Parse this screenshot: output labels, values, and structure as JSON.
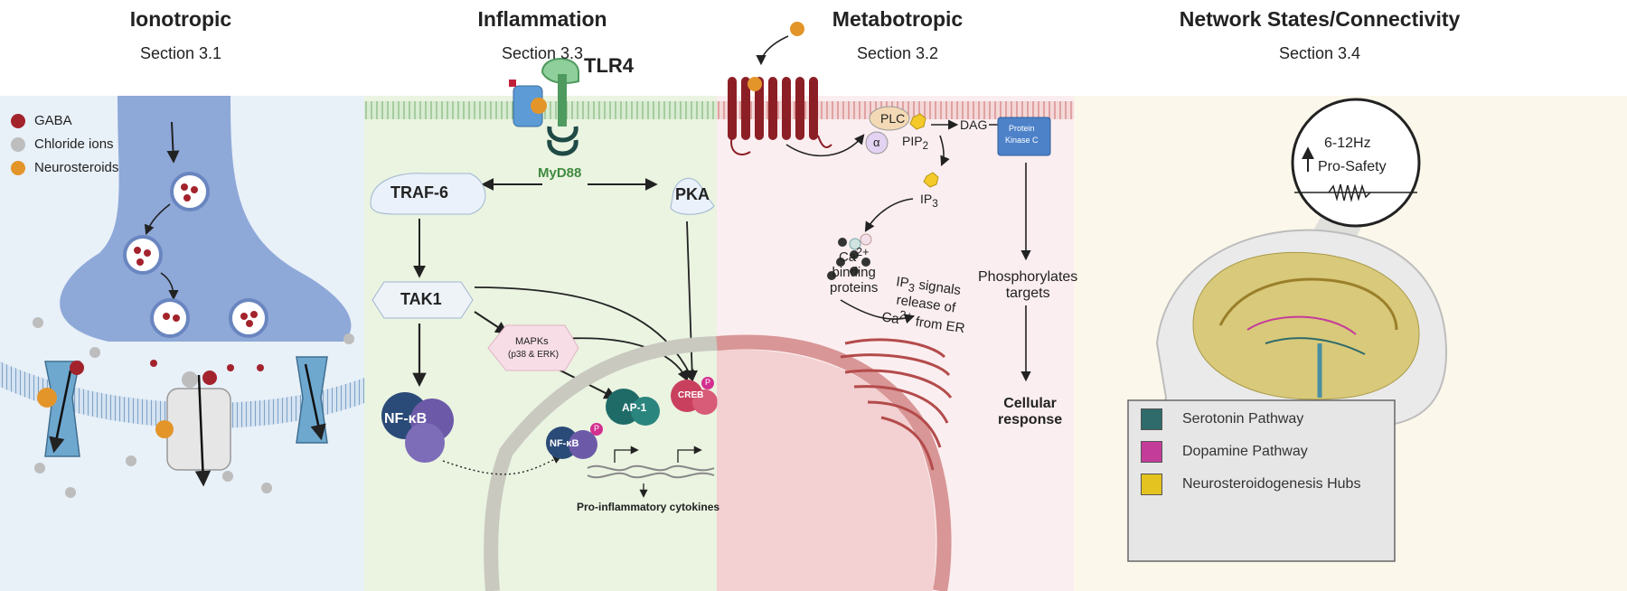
{
  "sections": [
    {
      "title": "Ionotropic",
      "subtitle": "Section 3.1"
    },
    {
      "title": "Inflammation",
      "subtitle": "Section 3.3"
    },
    {
      "title": "Metabotropic",
      "subtitle": "Section 3.2"
    },
    {
      "title": "Network States/Connectivity",
      "subtitle": "Section 3.4"
    }
  ],
  "ionotropic": {
    "key": [
      {
        "label": "GABA",
        "color": "#a3232c",
        "icon": "gaba-dot-icon"
      },
      {
        "label": "Chloride ions",
        "color": "#bdbdbd",
        "icon": "chloride-dot-icon"
      },
      {
        "label": "Neurosteroids",
        "color": "#e3952a",
        "icon": "neurosteroid-dot-icon"
      }
    ]
  },
  "inflammation": {
    "receptor": "TLR4",
    "adaptor": "MyD88",
    "traf": "TRAF-6",
    "pka": "PKA",
    "tak1": "TAK1",
    "mapks": "MAPKs",
    "mapks_sub": "(p38 & ERK)",
    "nfkb": "NF-κB",
    "nfkb_nuclear": "NF-κB",
    "ap1": "AP-1",
    "creb": "CREB",
    "phospho": "P",
    "cytokines": "Pro-inflammatory cytokines"
  },
  "metabotropic": {
    "plc": "PLC",
    "alpha": "α",
    "pip2": "PIP",
    "pip2_sub": "2",
    "dag": "DAG",
    "pkc_line1": "Protein",
    "pkc_line2": "Kinase C",
    "ip3": "IP",
    "ip3_sub": "3",
    "ca_line1": "Ca",
    "ca_sup": "2+",
    "ca_line2": "binding",
    "ca_line3": "proteins",
    "ip3_sig_line1": "IP",
    "ip3_sig_sub": "3",
    "ip3_sig_line1b": " signals",
    "ip3_sig_line2": "release of",
    "ip3_sig_line3a": "Ca",
    "ip3_sig_sup": "2+",
    "ip3_sig_line3b": " from ER",
    "phos_line1": "Phosphorylates",
    "phos_line2": "targets",
    "resp_line1": "Cellular",
    "resp_line2": "response"
  },
  "network": {
    "freq": "6-12Hz",
    "safety": "Pro-Safety",
    "legend": [
      {
        "label": "Serotonin Pathway",
        "color": "#2f6b6b"
      },
      {
        "label": "Dopamine Pathway",
        "color": "#c43c9a"
      },
      {
        "label": "Neurosteroidogenesis Hubs",
        "color": "#e4c21f"
      }
    ]
  }
}
